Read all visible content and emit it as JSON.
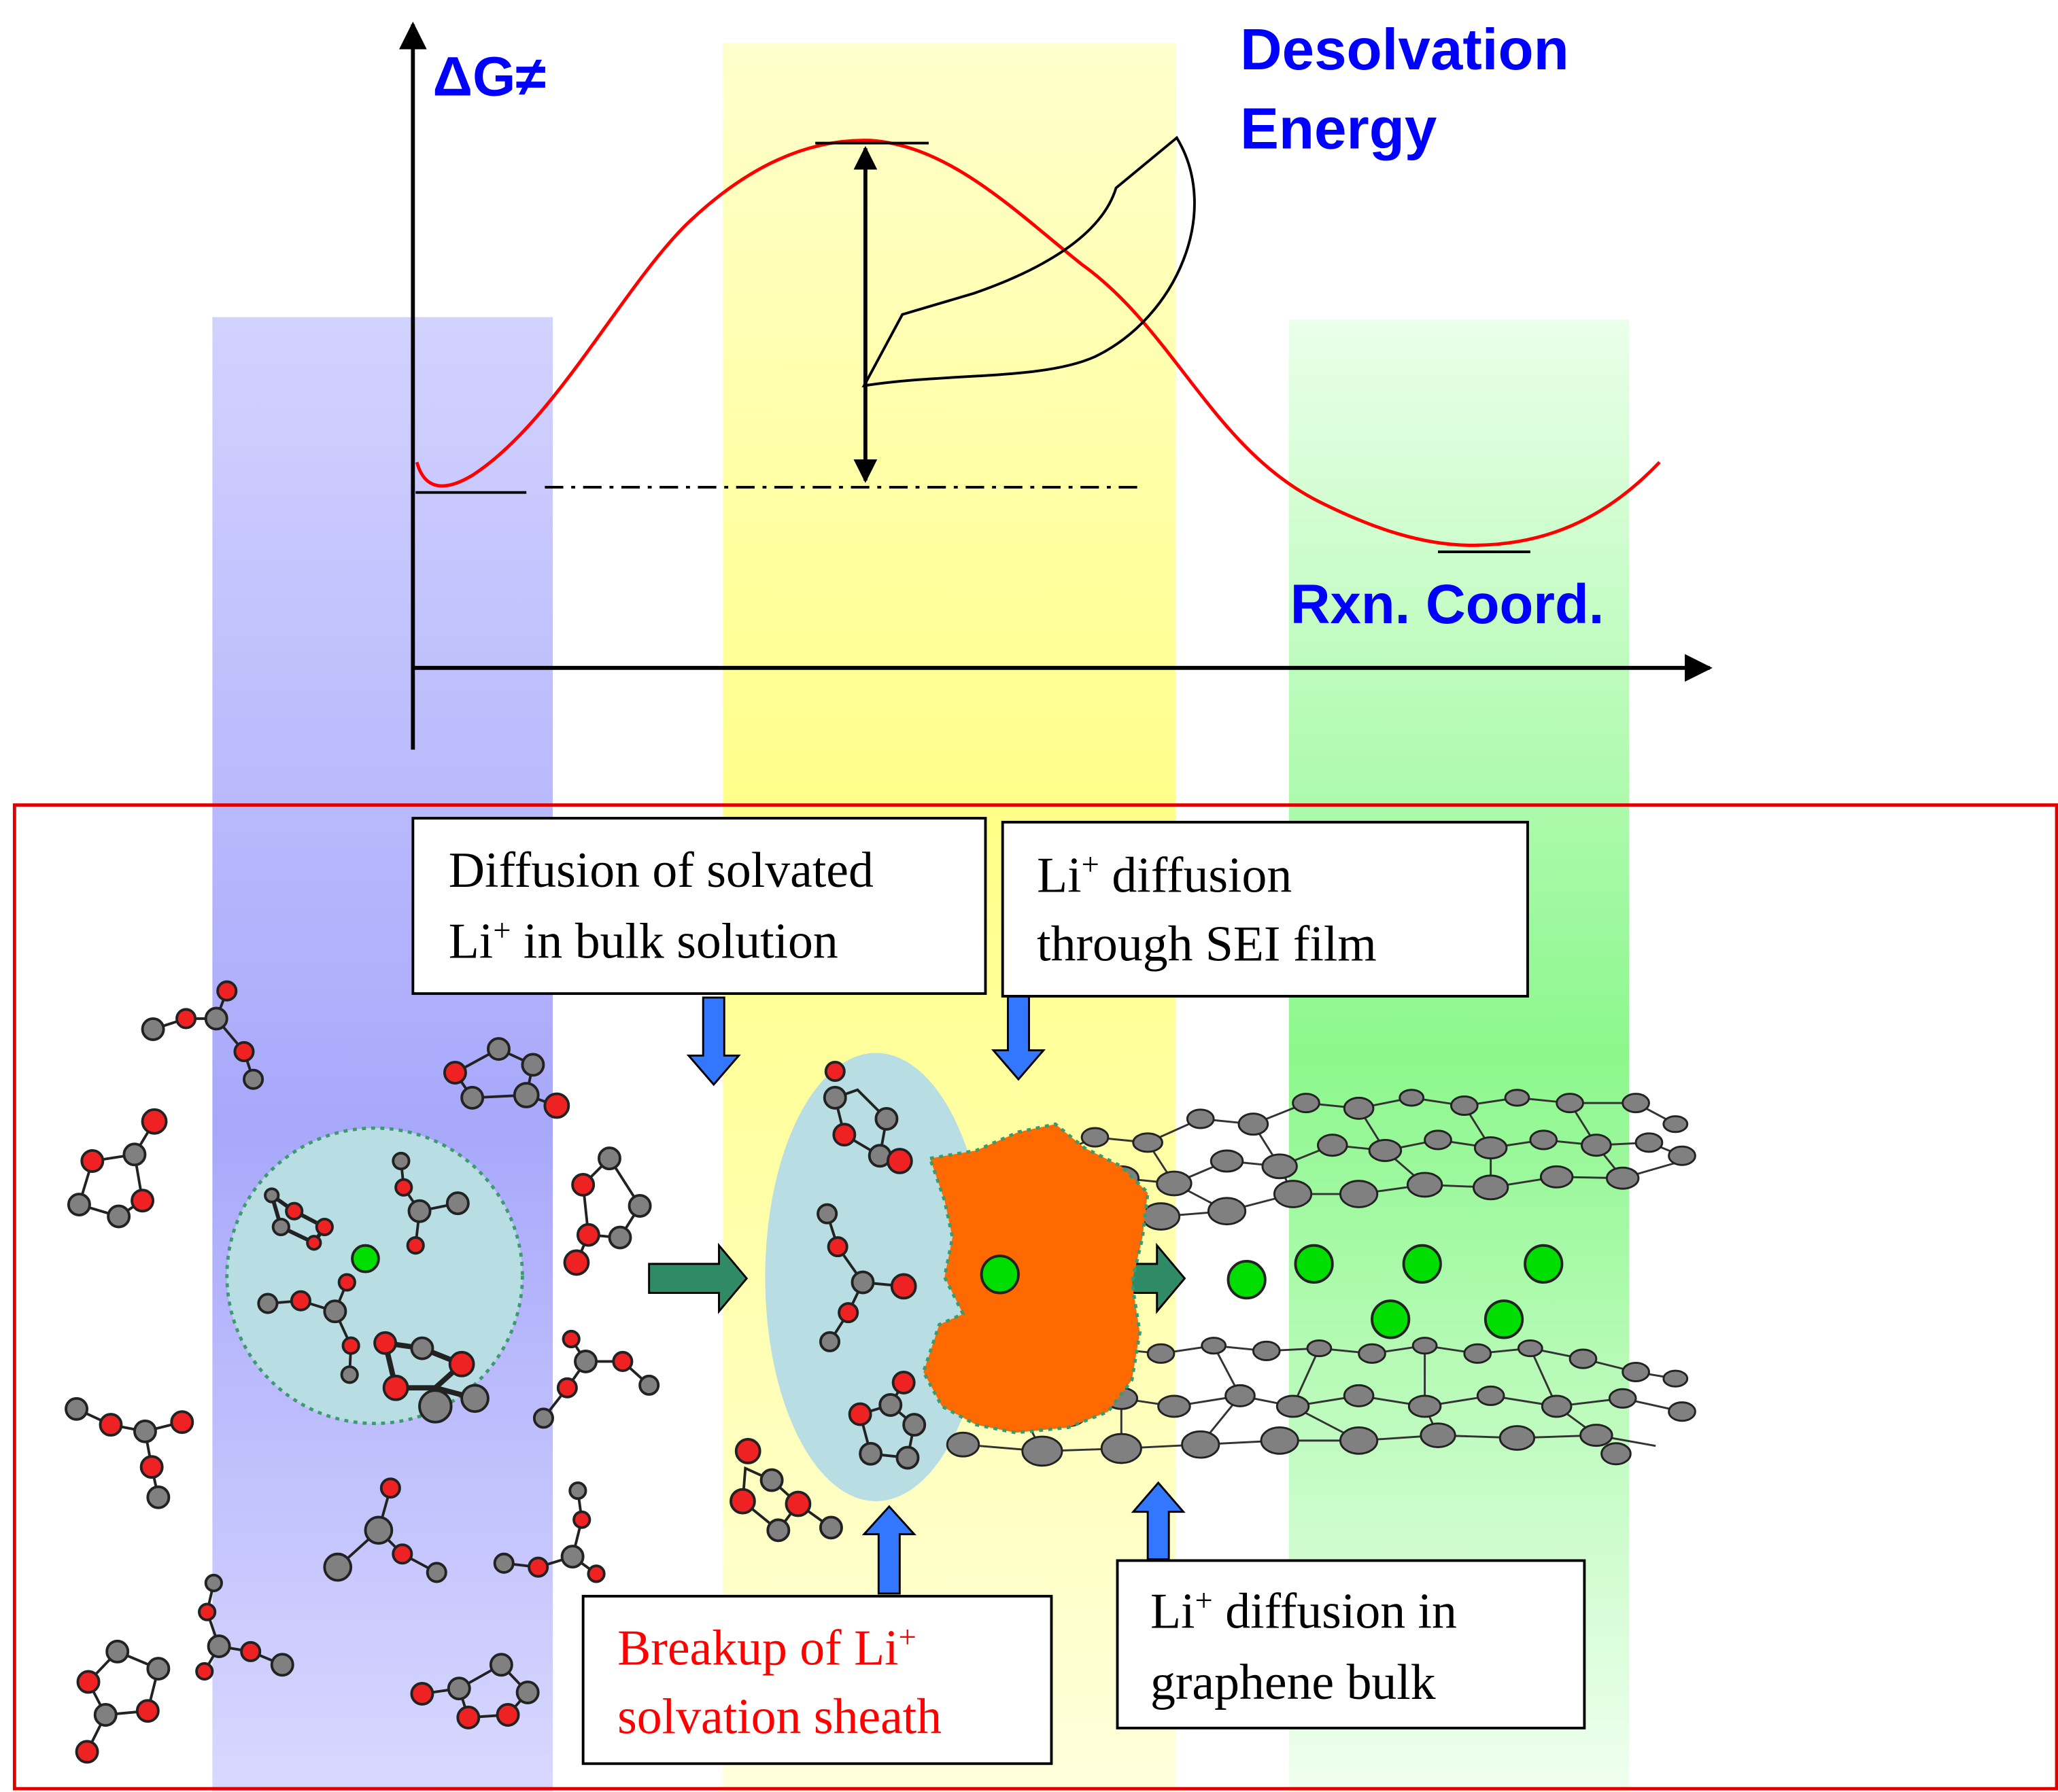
{
  "energy_plot": {
    "y_axis_label": "ΔG≠",
    "x_axis_label": "Rxn. Coord.",
    "annotation_line1": "Desolvation",
    "annotation_line2": "Energy"
  },
  "steps": {
    "bulk_line1": "Diffusion of solvated",
    "bulk_line2_pre": "Li",
    "bulk_line2_sup": "+",
    "bulk_line2_post": " in bulk solution",
    "sei_line1_pre": "Li",
    "sei_line1_sup": "+",
    "sei_line1_post": " diffusion",
    "sei_line2": "through SEI film",
    "breakup_line1_pre": "Breakup of Li",
    "breakup_line1_sup": "+",
    "breakup_line2": "solvation sheath",
    "graphene_line1_pre": "Li",
    "graphene_line1_sup": "+",
    "graphene_line1_post": " diffusion in",
    "graphene_line2": "graphene bulk"
  },
  "colors": {
    "label_blue": "#0000ff",
    "curve_red": "#ff0000",
    "breakup_text_red": "#ff0000",
    "bulk_band": "#a6a6ff",
    "desolvation_band": "#ffff99",
    "graphite_band": "#99ff99",
    "sheath_fill": "#b8dee3",
    "sei_orange": "#ff6a00",
    "li_green": "#00dd00",
    "flow_arrow": "#2e8b66",
    "indicator_arrow": "#3377ff"
  }
}
